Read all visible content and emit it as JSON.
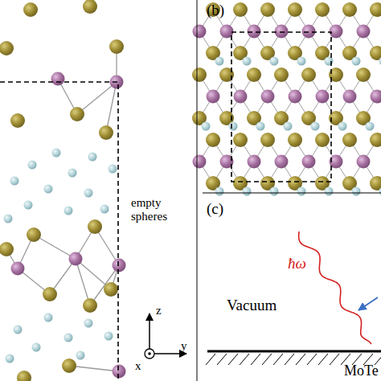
{
  "diagram": {
    "labels": [
      "(b)",
      "empty spheres",
      "(c)",
      "ħω",
      "Vacuum",
      "MoTe",
      "z",
      "y",
      "x"
    ]
  }
}
